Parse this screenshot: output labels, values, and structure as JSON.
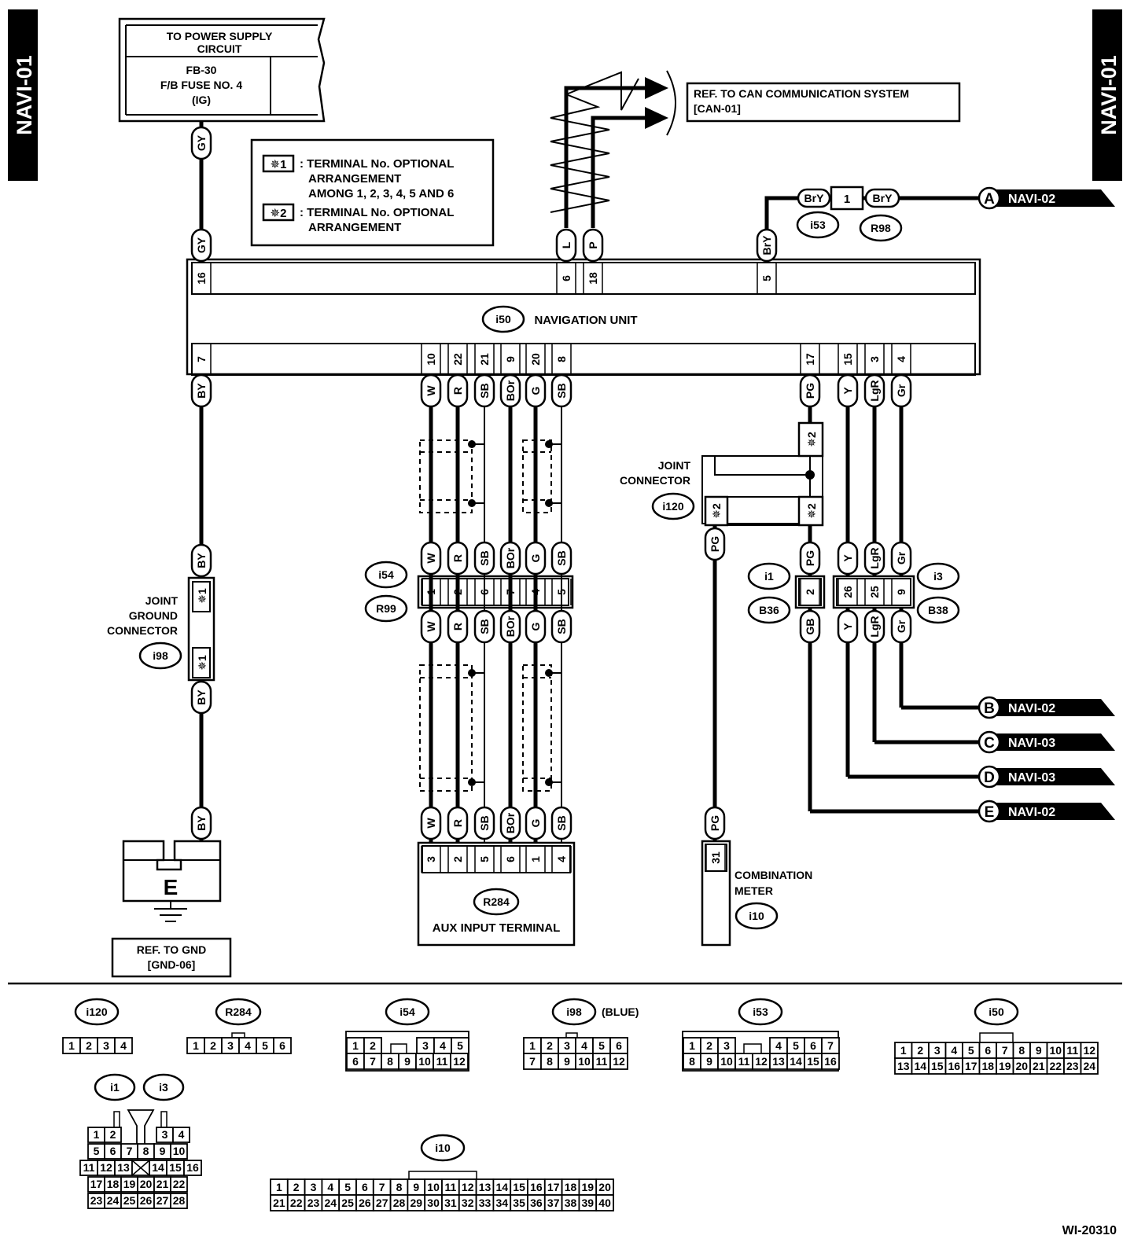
{
  "page_tag": "NAVI-01",
  "doc_id": "WI-20310",
  "power_supply": {
    "line1": "TO POWER SUPPLY",
    "line2": "CIRCUIT",
    "line3": "FB-30",
    "line4": "F/B FUSE NO. 4",
    "line5": "(IG)"
  },
  "legend": {
    "key1": "✵1",
    "text1a": ": TERMINAL No. OPTIONAL",
    "text1b": "ARRANGEMENT",
    "text1c": "AMONG 1, 2, 3, 4, 5 AND 6",
    "key2": "✵2",
    "text2a": ": TERMINAL No. OPTIONAL",
    "text2b": "ARRANGEMENT"
  },
  "can_ref": {
    "line1": "REF. TO CAN COMMUNICATION SYSTEM",
    "line2": "[CAN-01]"
  },
  "nav_unit": {
    "id": "i50",
    "label": "NAVIGATION UNIT"
  },
  "top_pins": [
    {
      "pin": "16",
      "color": "GY"
    },
    {
      "pin": "6",
      "color": "L"
    },
    {
      "pin": "18",
      "color": "P"
    },
    {
      "pin": "5",
      "color": "BrY"
    }
  ],
  "bottom_pins": [
    "7",
    "10",
    "22",
    "21",
    "9",
    "20",
    "8",
    "17",
    "15",
    "3",
    "4"
  ],
  "bry_conn": {
    "left": "BrY",
    "pin": "1",
    "right": "BrY",
    "id1": "i53",
    "id2": "R98"
  },
  "refs": [
    {
      "letter": "A",
      "label": "NAVI-02"
    },
    {
      "letter": "B",
      "label": "NAVI-02"
    },
    {
      "letter": "C",
      "label": "NAVI-03"
    },
    {
      "letter": "D",
      "label": "NAVI-03"
    },
    {
      "letter": "E",
      "label": "NAVI-02"
    }
  ],
  "ground_side": {
    "wire": "BY",
    "star1": "✵1",
    "jgc1": "JOINT",
    "jgc2": "GROUND",
    "jgc3": "CONNECTOR",
    "jgc_id": "i98",
    "ground_letter": "E",
    "ref1": "REF. TO GND",
    "ref2": "[GND-06]"
  },
  "aux": {
    "colors": [
      "W",
      "R",
      "SB",
      "BOr",
      "G",
      "SB"
    ],
    "i54_pins": [
      "1",
      "2",
      "6",
      "7",
      "4",
      "5"
    ],
    "r284_pins": [
      "3",
      "2",
      "5",
      "6",
      "1",
      "4"
    ],
    "id_a": "i54",
    "id_b": "R99",
    "term_id": "R284",
    "term_label": "AUX INPUT TERMINAL"
  },
  "joint_conn": {
    "line1": "JOINT",
    "line2": "CONNECTOR",
    "id": "i120",
    "star2": "✵2",
    "wire_top": "PG",
    "wire_left": "PG"
  },
  "combo": {
    "pin": "31",
    "wire": "PG",
    "line1": "COMBINATION",
    "line2": "METER",
    "id": "i10"
  },
  "i1_side": {
    "id_a": "i1",
    "id_b": "B36",
    "pin": "2",
    "wire_top": "PG",
    "wire_bottom": "GB"
  },
  "i3_side": {
    "id_a": "i3",
    "id_b": "B38",
    "pins": [
      "26",
      "25",
      "9"
    ],
    "colors": [
      "Y",
      "LgR",
      "Gr"
    ]
  },
  "connectors": {
    "i120": {
      "id": "i120",
      "row1": [
        "1",
        "2",
        "3",
        "4"
      ]
    },
    "r284": {
      "id": "R284",
      "row1": [
        "1",
        "2",
        "3",
        "4",
        "5",
        "6"
      ]
    },
    "i54": {
      "id": "i54",
      "row1a": [
        "1",
        "2"
      ],
      "row1b": [
        "3",
        "4",
        "5"
      ],
      "row2": [
        "6",
        "7",
        "8",
        "9",
        "10",
        "11",
        "12"
      ]
    },
    "i98": {
      "id": "i98",
      "note": "(BLUE)",
      "row1": [
        "1",
        "2",
        "3",
        "4",
        "5",
        "6"
      ],
      "row2": [
        "7",
        "8",
        "9",
        "10",
        "11",
        "12"
      ]
    },
    "i53": {
      "id": "i53",
      "row1a": [
        "1",
        "2",
        "3"
      ],
      "row1b": [
        "4",
        "5",
        "6",
        "7"
      ],
      "row2": [
        "8",
        "9",
        "10",
        "11",
        "12",
        "13",
        "14",
        "15",
        "16"
      ]
    },
    "i50": {
      "id": "i50",
      "row1": [
        "1",
        "2",
        "3",
        "4",
        "5",
        "6",
        "7",
        "8",
        "9",
        "10",
        "11",
        "12"
      ],
      "row2": [
        "13",
        "14",
        "15",
        "16",
        "17",
        "18",
        "19",
        "20",
        "21",
        "22",
        "23",
        "24"
      ]
    },
    "i1i3": {
      "id_a": "i1",
      "id_b": "i3",
      "row1a": [
        "1",
        "2"
      ],
      "row1b": [
        "3",
        "4"
      ],
      "row2": [
        "5",
        "6",
        "7",
        "8",
        "9",
        "10"
      ],
      "row3": [
        "11",
        "12",
        "13",
        "",
        "14",
        "15",
        "16"
      ],
      "row4": [
        "17",
        "18",
        "19",
        "20",
        "21",
        "22"
      ],
      "row5": [
        "23",
        "24",
        "25",
        "26",
        "27",
        "28"
      ]
    },
    "i10": {
      "id": "i10",
      "row1": [
        "1",
        "2",
        "3",
        "4",
        "5",
        "6",
        "7",
        "8",
        "9",
        "10",
        "11",
        "12",
        "13",
        "14",
        "15",
        "16",
        "17",
        "18",
        "19",
        "20"
      ],
      "row2": [
        "21",
        "22",
        "23",
        "24",
        "25",
        "26",
        "27",
        "28",
        "29",
        "30",
        "31",
        "32",
        "33",
        "34",
        "35",
        "36",
        "37",
        "38",
        "39",
        "40"
      ]
    }
  }
}
